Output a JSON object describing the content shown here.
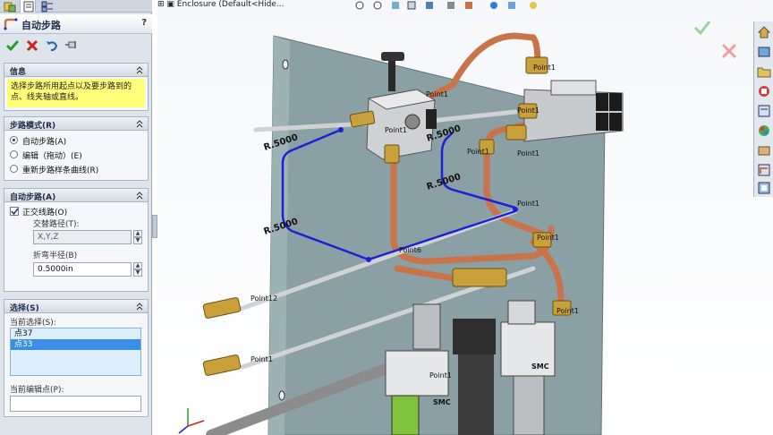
{
  "feature_tree": {
    "label": "Enclosure  (Default<Hide..."
  },
  "property_manager": {
    "title": "自动步路",
    "help": "?",
    "info": {
      "header": "信息",
      "text": "选择步路所用起点以及要步路到的点、线夹轴或直线。"
    },
    "routing_mode": {
      "header": "步路模式(R)",
      "options": [
        {
          "label": "自动步路(A)",
          "selected": true
        },
        {
          "label": "编辑（拖动）(E)",
          "selected": false
        },
        {
          "label": "重新步路样条曲线(R)",
          "selected": false
        }
      ]
    },
    "auto_route": {
      "header": "自动步路(A)",
      "orthogonal_label": "正交线路(O)",
      "orthogonal_checked": true,
      "alt_path_label": "交替路径(T):",
      "alt_path_value": "X,Y,Z",
      "bend_radius_label": "折弯半径(B)",
      "bend_radius_value": "0.5000in"
    },
    "selection": {
      "header": "选择(S)",
      "current_label": "当前选择(S):",
      "items": [
        "点37",
        "点33"
      ],
      "selected_index": 1,
      "edit_point_label": "当前编辑点(P):",
      "edit_point_value": ""
    }
  },
  "viewport": {
    "radius_labels": [
      "R.5000",
      "R.5000",
      "R.5000",
      "R.5000"
    ],
    "point_labels": [
      "Point1",
      "Point1",
      "Point1",
      "Point1",
      "Point1",
      "Point1",
      "Point6",
      "Point1",
      "Point1",
      "Point1",
      "Point12",
      "Point1",
      "Point1"
    ],
    "brand_labels": [
      "SMC",
      "SMC"
    ]
  },
  "colors": {
    "panel_bg": "#dde4ec",
    "info_bg": "#ffff7a",
    "selection_highlight": "#3b8ee8",
    "copper": "#c8734a",
    "route_blue": "#1a22d6",
    "plate": "#8aa0a4"
  }
}
